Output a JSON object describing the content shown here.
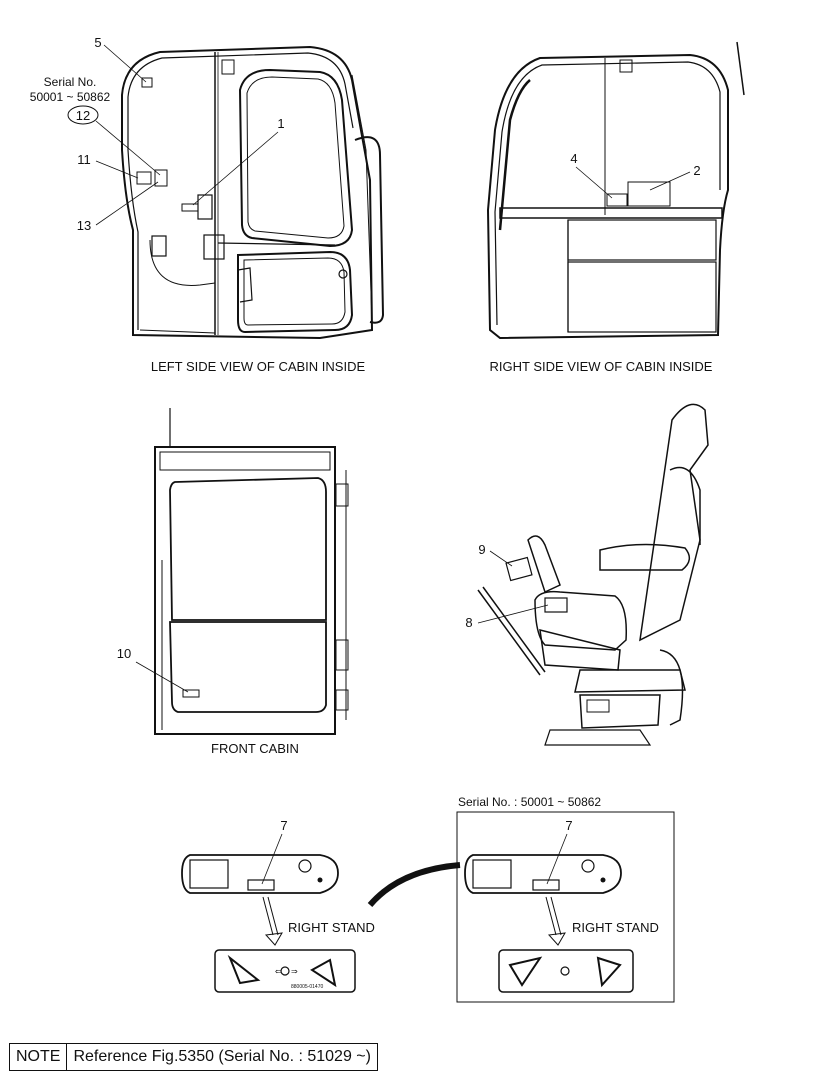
{
  "views": {
    "left": {
      "caption": "LEFT SIDE VIEW OF CABIN INSIDE"
    },
    "right": {
      "caption": "RIGHT SIDE VIEW OF CABIN INSIDE"
    },
    "front": {
      "caption": "FRONT CABIN"
    }
  },
  "serial_left": {
    "title": "Serial No.",
    "range": "50001 ~ 50862"
  },
  "serial_box": {
    "title": "Serial No. : 50001 ~ 50862"
  },
  "callouts": {
    "c1": "1",
    "c2": "2",
    "c4": "4",
    "c5": "5",
    "c7a": "7",
    "c7b": "7",
    "c8": "8",
    "c9": "9",
    "c10": "10",
    "c11": "11",
    "c12": "12",
    "c13": "13"
  },
  "stand_labels": {
    "left": "RIGHT STAND",
    "right": "RIGHT STAND"
  },
  "decal_code": "880005-01470",
  "note": {
    "tag": "NOTE",
    "text": "Reference Fig.5350 (Serial No. : 51029 ~)"
  }
}
